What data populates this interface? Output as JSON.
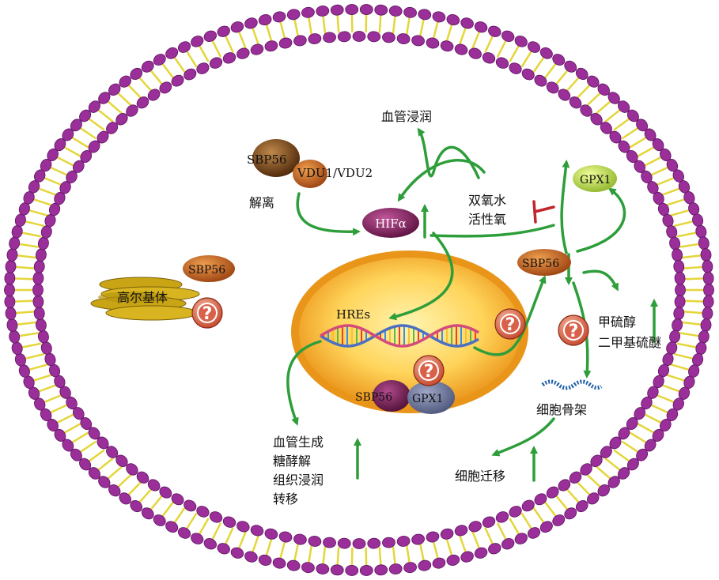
{
  "labels": {
    "vascular_invasion_top": "血管浸润",
    "sbp56_vdu": "SBP56",
    "vdu1_vdu2": "VDU1/VDU2",
    "dissociation": "解离",
    "hif_alpha": "HIFα",
    "h2o2": "双氧水",
    "ros": "活性氧",
    "gpx1_top": "GPX1",
    "sbp56_right": "SBP56",
    "sbp56_golgi": "SBP56",
    "golgi": "高尔基体",
    "hres": "HREs",
    "sbp56_nucleus": "SBP56",
    "gpx1_nucleus": "GPX1",
    "methanethiol": "甲硫醇",
    "dms": "二甲基硫醚",
    "cytoskeleton": "细胞骨架",
    "cell_migration": "细胞迁移",
    "angiogenesis": "血管生成",
    "glycolysis": "糖酵解",
    "tissue_invasion": "组织浸润",
    "metastasis": "转移",
    "question_mark": "?"
  },
  "colors": {
    "membrane_head": "#9b2f9a",
    "membrane_tail": "#e4d63a",
    "arrow_green": "#2e9e3a",
    "inhibit_red": "#c0262c",
    "nucleus_outer": "#f6a623",
    "nucleus_inner": "#ffe38a",
    "hif_purple": "#7a1f5c",
    "sbp56_orange": "#c8601a",
    "gpx1_green": "#c9e05a",
    "golgi_yellow": "#c9a516",
    "question_red": "#d9614a"
  }
}
